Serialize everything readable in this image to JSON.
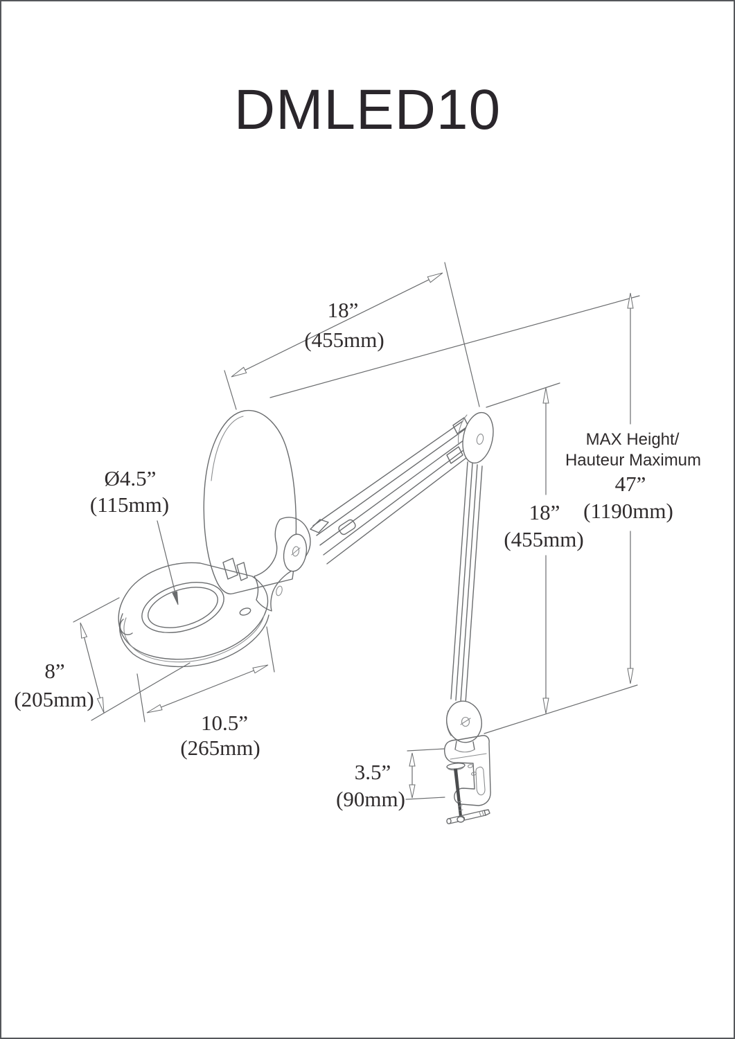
{
  "page": {
    "title": "DMLED10"
  },
  "colors": {
    "line": "#6a6c6e",
    "text": "#2f2b2c",
    "border": "#55575a",
    "background": "#ffffff"
  },
  "dimensions": {
    "arm_upper": {
      "inches": "18”",
      "mm": "(455mm)"
    },
    "lens": {
      "inches": "Ø4.5”",
      "mm": "(115mm)"
    },
    "base_depth": {
      "inches": "8”",
      "mm": "(205mm)"
    },
    "base_length": {
      "inches": "10.5”",
      "mm": "(265mm)"
    },
    "arm_lower": {
      "inches": "18”",
      "mm": "(455mm)"
    },
    "max_height": {
      "label_en": "MAX Height/",
      "label_fr": "Hauteur Maximum",
      "inches": "47”",
      "mm": "(1190mm)"
    },
    "clamp_capacity": {
      "inches": "3.5”",
      "mm": "(90mm)"
    }
  }
}
